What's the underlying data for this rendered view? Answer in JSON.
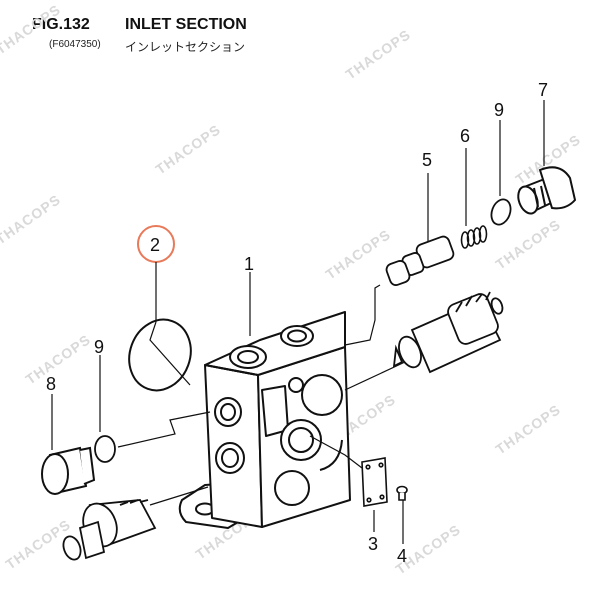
{
  "header": {
    "figure_number": "FIG.132",
    "title": "INLET SECTION",
    "part_code": "(F6047350)",
    "title_japanese": "インレットセクション"
  },
  "callouts": [
    "1",
    "2",
    "3",
    "4",
    "5",
    "6",
    "7",
    "8",
    "9",
    "9"
  ],
  "highlight": {
    "callout": "2",
    "color": "#e87a5a"
  },
  "watermark": "THACOPS"
}
